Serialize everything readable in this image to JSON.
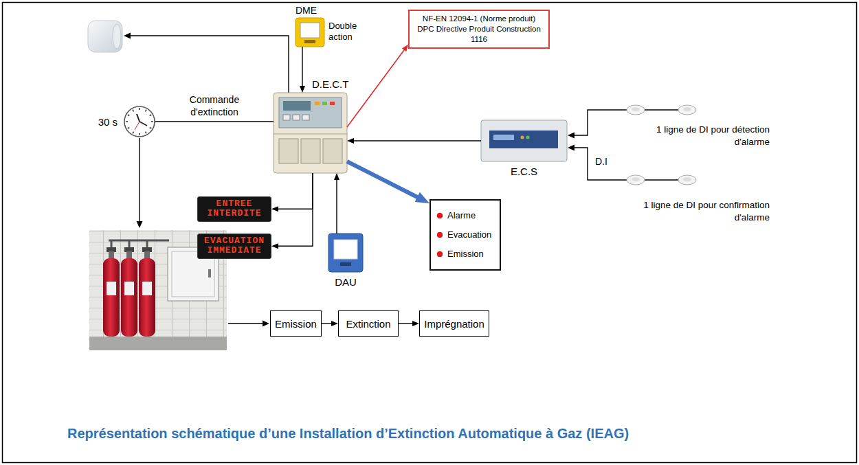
{
  "diagram": {
    "caption": "Représentation schématique d’une Installation d’Extinction Automatique à Gaz (IEAG)",
    "nodes": [
      {
        "text": [
          "DME",
          "Double action"
        ]
      },
      {
        "text": [
          "NF-EN 12094-1 (Norme produit) DPC Directive Produit Construction 1116"
        ]
      },
      {
        "text": [
          "30 s"
        ]
      },
      {
        "text": [
          "D.E.C.T"
        ]
      },
      {
        "text": [
          "E.C.S"
        ]
      },
      {
        "text": [
          "ENTREE INTERDITE"
        ]
      },
      {
        "text": [
          "EVACUATION IMMEDIATE"
        ]
      },
      {
        "text": [
          "DAU"
        ]
      },
      {
        "text": [
          "Alarme",
          "Evacuation",
          "Emission"
        ]
      },
      {
        "text": [
          "Emission"
        ]
      },
      {
        "text": [
          "Extinction"
        ]
      },
      {
        "text": [
          "Imprégnation"
        ]
      }
    ],
    "edges": [
      {
        "from": 0,
        "to": 3,
        "arrow": "to"
      },
      {
        "from": 3,
        "to": 1,
        "arrow": "to"
      },
      {
        "from": 2,
        "to": 3,
        "label": "Commande d'extinction",
        "arrow": "none"
      },
      {
        "from": 4,
        "to": 3,
        "arrow": "to"
      },
      {
        "from": 3,
        "to": 5,
        "arrow": "to"
      },
      {
        "from": 3,
        "to": 6,
        "arrow": "to"
      },
      {
        "from": 7,
        "to": 3,
        "arrow": "to"
      },
      {
        "from": 3,
        "to": 8,
        "arrow": "to"
      },
      {
        "from": 9,
        "to": 10,
        "arrow": "to"
      },
      {
        "from": 10,
        "to": 11,
        "arrow": "to"
      }
    ],
    "labels": [
      "1 ligne de DI pour détection d'alarme",
      "D.I",
      "1 ligne de DI pour confirmation d'alarme"
    ]
  }
}
